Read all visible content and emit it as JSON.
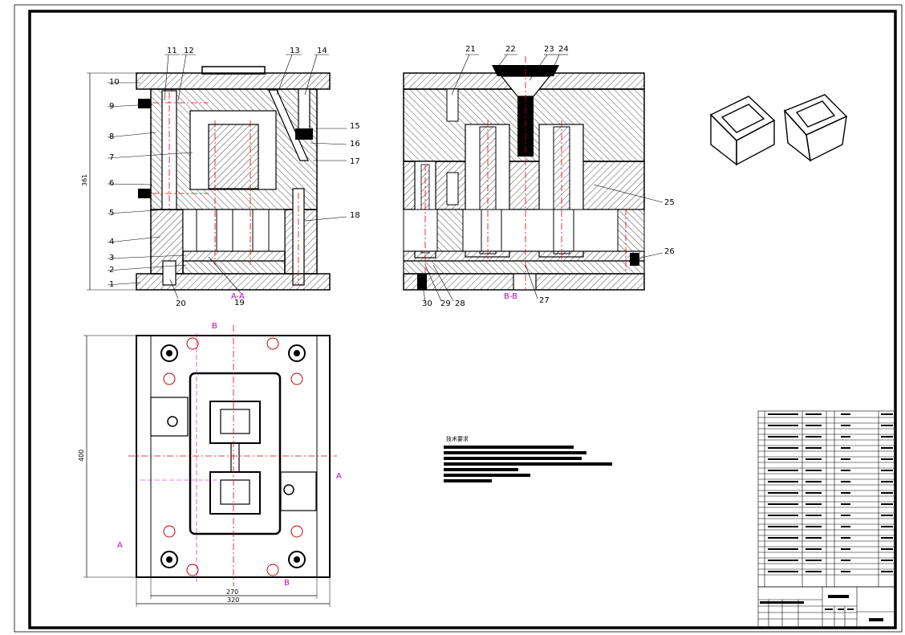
{
  "drawing": {
    "section_aa": "A-A",
    "section_bb": "B-B",
    "marker_a": "A",
    "marker_b": "B",
    "dim_height": "361",
    "dim_width_plan": "400",
    "dim_inner_width": "270",
    "dim_outer_width": "320",
    "tech_note_title": "技术要求",
    "left_callouts": [
      "1",
      "2",
      "3",
      "4",
      "5",
      "6",
      "7",
      "8",
      "9",
      "10"
    ],
    "top_callouts_left": [
      "11",
      "12",
      "13",
      "14"
    ],
    "right_callouts_left": [
      "15",
      "16",
      "17",
      "18"
    ],
    "bottom_callouts_left": [
      "19",
      "20"
    ],
    "top_callouts_right": [
      "21",
      "22",
      "23",
      "24"
    ],
    "right_callouts_right": [
      "25",
      "26"
    ],
    "bottom_callouts_right": [
      "27",
      "28",
      "29",
      "30"
    ],
    "colors": {
      "line": "#000000",
      "hatch": "#000000",
      "center_line": "#e00000",
      "section_label": "#c000c0",
      "dimension": "#000000"
    }
  }
}
